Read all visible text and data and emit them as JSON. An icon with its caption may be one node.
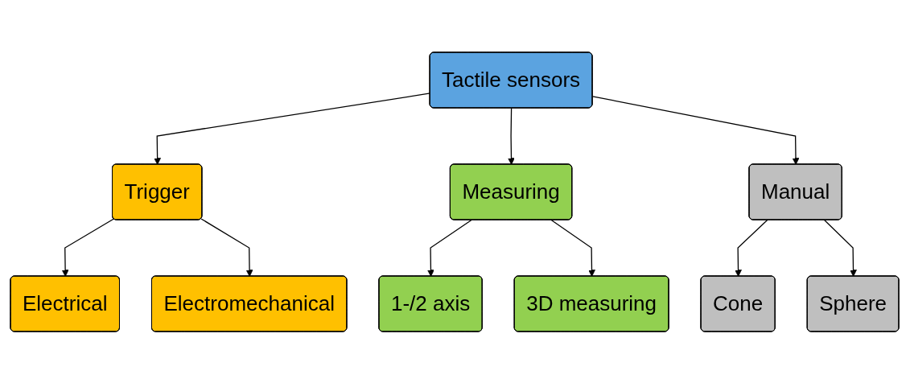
{
  "diagram": {
    "nodes": [
      {
        "text": [
          "Tactile sensors"
        ]
      },
      {
        "text": [
          "Trigger"
        ]
      },
      {
        "text": [
          "Measuring"
        ]
      },
      {
        "text": [
          "Manual"
        ]
      },
      {
        "text": [
          "Electrical"
        ]
      },
      {
        "text": [
          "Electromechanical"
        ]
      },
      {
        "text": [
          "1-/2 axis"
        ]
      },
      {
        "text": [
          "3D measuring"
        ]
      },
      {
        "text": [
          "Cone"
        ]
      },
      {
        "text": [
          "Sphere"
        ]
      }
    ],
    "edges": [
      {
        "from": 0,
        "to": 1,
        "arrow": "to"
      },
      {
        "from": 0,
        "to": 2,
        "arrow": "to"
      },
      {
        "from": 0,
        "to": 3,
        "arrow": "to"
      },
      {
        "from": 1,
        "to": 4,
        "arrow": "to"
      },
      {
        "from": 1,
        "to": 5,
        "arrow": "to"
      },
      {
        "from": 2,
        "to": 6,
        "arrow": "to"
      },
      {
        "from": 2,
        "to": 7,
        "arrow": "to"
      },
      {
        "from": 3,
        "to": 8,
        "arrow": "to"
      },
      {
        "from": 3,
        "to": 9,
        "arrow": "to"
      }
    ]
  }
}
